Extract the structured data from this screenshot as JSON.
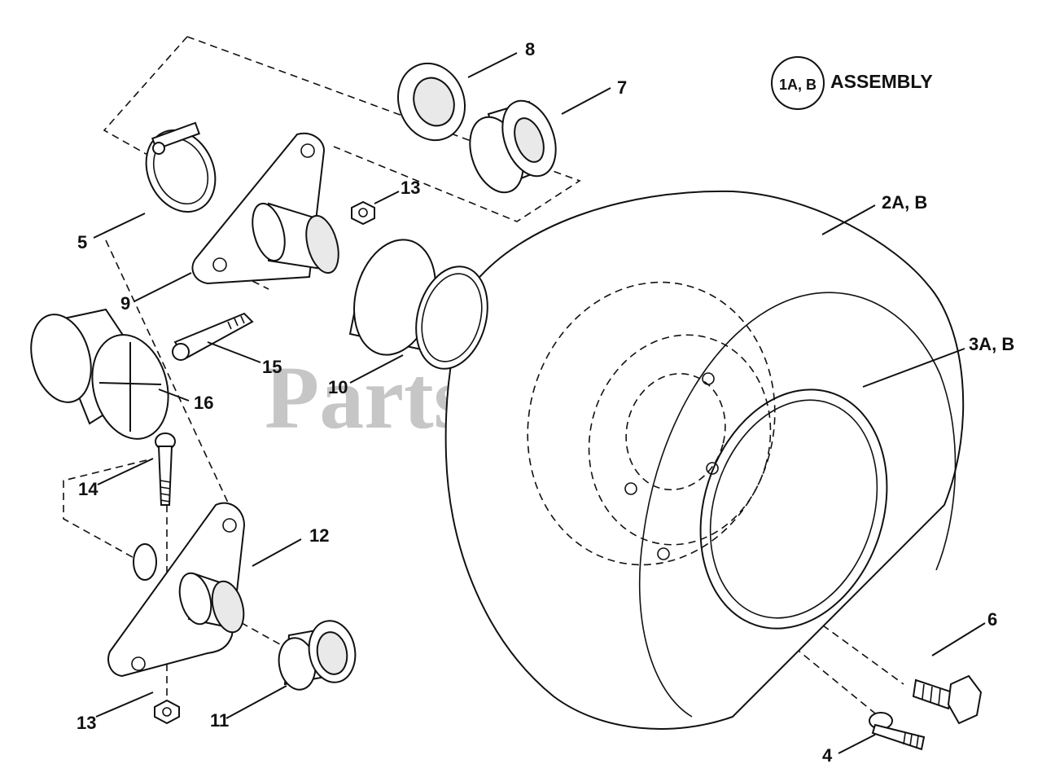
{
  "watermark": "PartsTree",
  "assembly": {
    "badge": "1A, B",
    "label": "ASSEMBLY"
  },
  "callouts": {
    "p1": "1A, B",
    "p2": "2A, B",
    "p3": "3A, B",
    "p4": "4",
    "p5": "5",
    "p6": "6",
    "p7": "7",
    "p8": "8",
    "p9": "9",
    "p10": "10",
    "p11": "11",
    "p12": "12",
    "p13a": "13",
    "p13b": "13",
    "p14": "14",
    "p15": "15",
    "p16": "16"
  }
}
